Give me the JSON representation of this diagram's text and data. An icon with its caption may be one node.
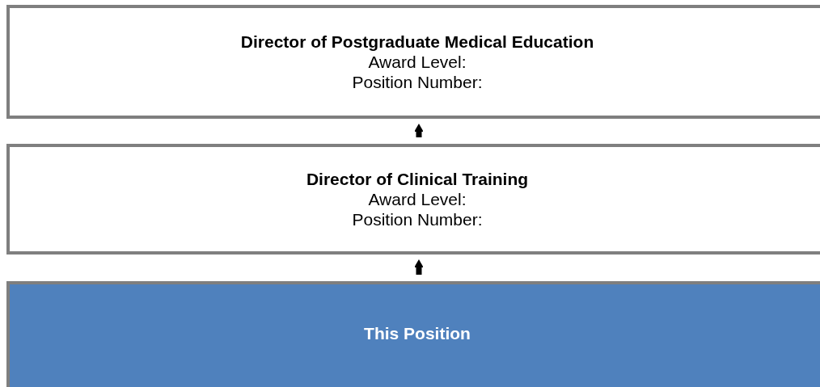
{
  "diagram": {
    "nodes": [
      {
        "text": [
          "Director of Postgraduate Medical Education",
          "Award Level:",
          "Position Number:"
        ]
      },
      {
        "text": [
          "Director of Clinical Training",
          "Award Level:",
          "Position Number:"
        ]
      },
      {
        "text": [
          "This Position"
        ]
      }
    ],
    "edges": [
      {
        "from": 1,
        "to": 0,
        "arrow": "to"
      },
      {
        "from": 2,
        "to": 1,
        "arrow": "to"
      }
    ]
  }
}
